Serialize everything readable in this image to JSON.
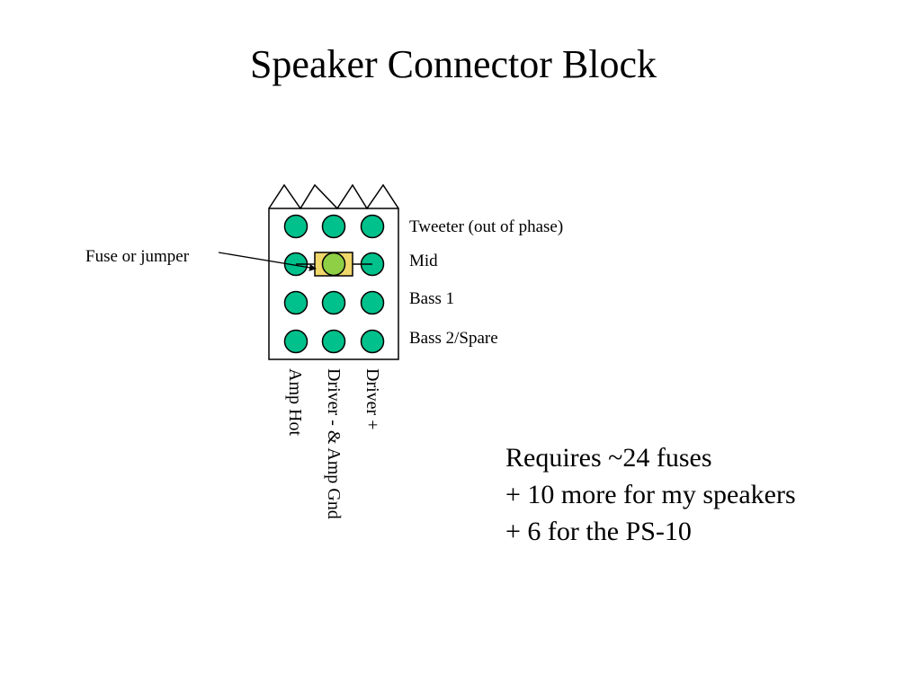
{
  "title": "Speaker Connector Block",
  "rows": [
    {
      "label": "Tweeter (out of phase)"
    },
    {
      "label": "Mid"
    },
    {
      "label": "Bass 1"
    },
    {
      "label": "Bass 2/Spare"
    }
  ],
  "columns": [
    {
      "label": "Amp Hot"
    },
    {
      "label": "Driver - & Amp Gnd"
    },
    {
      "label": "Driver +"
    }
  ],
  "callout": {
    "label": "Fuse or jumper"
  },
  "notes": [
    "Requires ~24 fuses",
    "+ 10 more for my speakers",
    "+ 6 for the PS-10"
  ],
  "colors": {
    "terminal_fill": "#00c08b",
    "fuse_fill": "#f0d76a",
    "fuse_terminal_fill": "#8fcf46",
    "outline": "#000000"
  }
}
